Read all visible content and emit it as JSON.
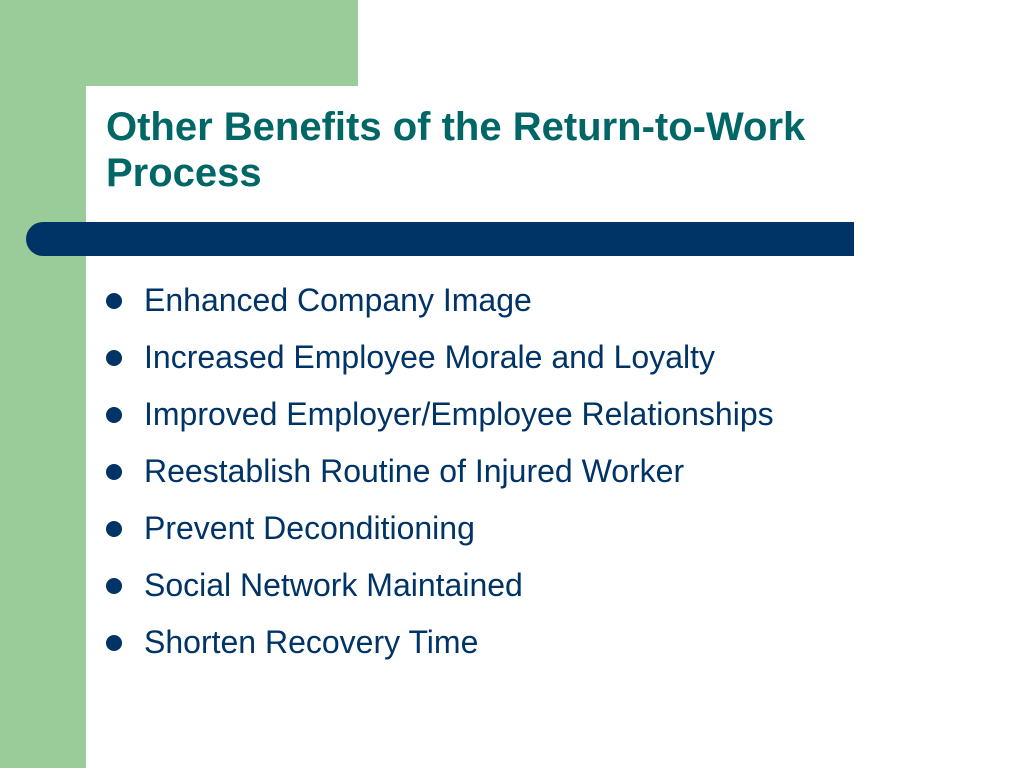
{
  "slide": {
    "title_lines": [
      "Other Benefits of the Return-to-Work",
      "Process"
    ],
    "bullets": [
      "Enhanced Company Image",
      "Increased Employee Morale and Loyalty",
      "Improved Employer/Employee Relationships",
      "Reestablish Routine of Injured Worker",
      "Prevent Deconditioning",
      "Social Network Maintained",
      "Shorten Recovery Time"
    ]
  },
  "colors": {
    "green_accent": "#99cc99",
    "title_teal": "#006666",
    "navy": "#003366",
    "background": "#ffffff"
  }
}
